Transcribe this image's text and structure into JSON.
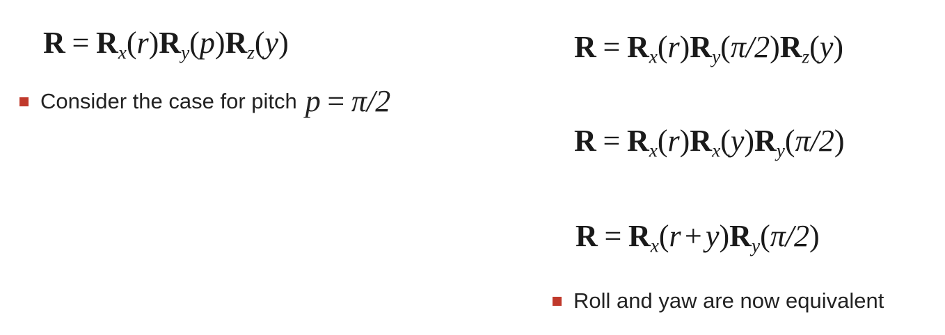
{
  "slide": {
    "left": {
      "eq_main": {
        "lhs": "R",
        "eq": "=",
        "t1": "R",
        "t1_sub": "x",
        "t1_arg": "r",
        "t2": "R",
        "t2_sub": "y",
        "t2_arg": "p",
        "t3": "R",
        "t3_sub": "z",
        "t3_arg": "y"
      },
      "bullet": {
        "text": "Consider the case for pitch",
        "math_var": "p",
        "math_eq": "=",
        "math_val": "π/2"
      }
    },
    "right": {
      "eq1": {
        "lhs": "R",
        "eq": "=",
        "t1": "R",
        "t1_sub": "x",
        "t1_arg": "r",
        "t2": "R",
        "t2_sub": "y",
        "t2_arg": "π/2",
        "t3": "R",
        "t3_sub": "z",
        "t3_arg": "y"
      },
      "eq2": {
        "lhs": "R",
        "eq": "=",
        "t1": "R",
        "t1_sub": "x",
        "t1_arg": "r",
        "t2": "R",
        "t2_sub": "x",
        "t2_arg": "y",
        "t3": "R",
        "t3_sub": "y",
        "t3_arg": "π/2"
      },
      "eq3": {
        "lhs": "R",
        "eq": "=",
        "t1": "R",
        "t1_sub": "x",
        "t1_arg_a": "r",
        "t1_plus": "+",
        "t1_arg_b": "y",
        "t2": "R",
        "t2_sub": "y",
        "t2_arg": "π/2"
      },
      "bullet": {
        "text": "Roll and yaw are now equivalent"
      }
    },
    "colors": {
      "bullet": "#c0392b",
      "text": "#1a1a1a"
    }
  }
}
